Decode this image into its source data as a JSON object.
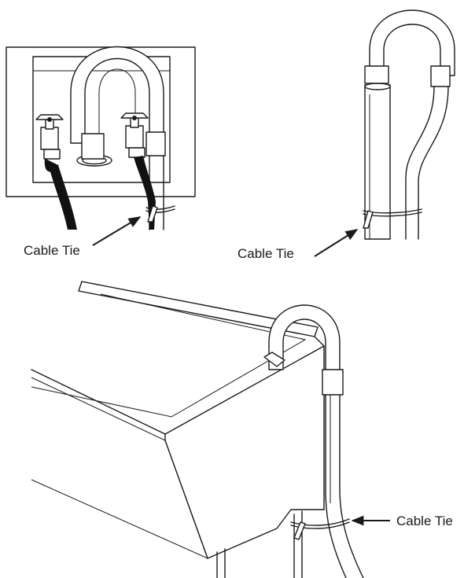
{
  "figures": {
    "faucet": {
      "label": "Cable Tie"
    },
    "standpipe": {
      "label": "Cable Tie"
    },
    "tub": {
      "label": "Cable Tie"
    }
  },
  "colors": {
    "line": "#1a1a1a",
    "hose": "#111111",
    "background": "#ffffff"
  }
}
